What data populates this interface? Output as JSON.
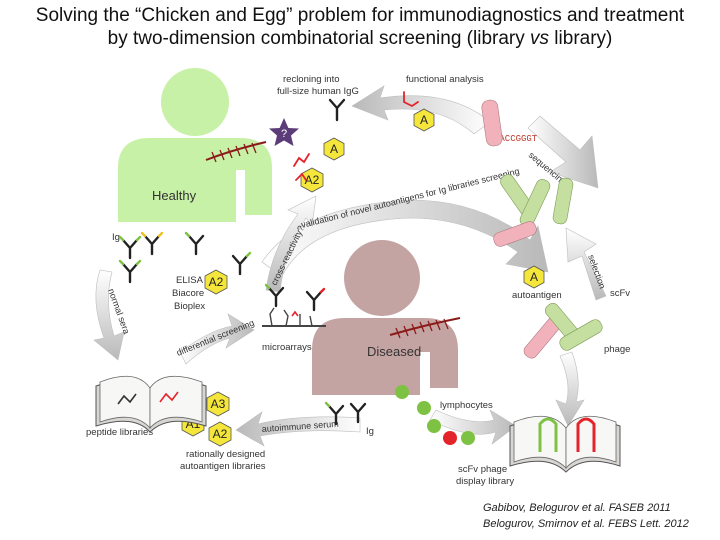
{
  "title": {
    "line1": "Solving the “Chicken and Egg” problem for immunodiagnostics and treatment",
    "line2_prefix": "by two-dimension combinatorial screening (library ",
    "line2_italic": "vs",
    "line2_suffix": " library)"
  },
  "figures": {
    "healthy": "Healthy",
    "diseased": "Diseased"
  },
  "labels": {
    "recloning": [
      "recloning into",
      "full-size human IgG"
    ],
    "functional_analysis": "functional analysis",
    "sequence": "AACCGGGT",
    "sequencing": "sequencing",
    "selection": "selection",
    "scfv": "scFv",
    "phage": "phage",
    "autoantigen": "autoantigen",
    "ig_left": "Ig",
    "ig_bottom": "Ig",
    "elisa": [
      "ELISA",
      "Biacore",
      "Bioplex"
    ],
    "microarrays": "microarrays",
    "peptide_libraries": "peptide libraries",
    "rational_libraries": [
      "rationally designed",
      "autoantigen libraries"
    ],
    "lymphocytes": "lymphocytes",
    "display_library": [
      "scFv phage",
      "display library"
    ],
    "question": "?"
  },
  "arrows": {
    "validation": "validation of novel autoantigens for Ig libraries screening",
    "cross_reactivity": "cross-reactivity?",
    "normal_sera": "normal sera",
    "differential": "differential screening",
    "autoimmune": "autoimmune serum"
  },
  "hexagons": {
    "top_a": "A",
    "mid_a": "A",
    "a2_top": "A2",
    "a2_elisa": "A2",
    "a_right": "A",
    "a3": "A3",
    "a1": "A1",
    "a2_bottom": "A2"
  },
  "citations": [
    "Gabibov, Belogurov et al. FASEB 2011",
    "Belogurov, Smirnov et al. FEBS Lett. 2012"
  ],
  "colors": {
    "healthy": "#c7f1a6",
    "diseased": "#c4a4a2",
    "hexagon": "#f5e63b",
    "phage_pink": "#f2b2bb",
    "phage_green": "#c4dfa0",
    "dot_green": "#7dc242",
    "dot_red": "#e3242b"
  }
}
